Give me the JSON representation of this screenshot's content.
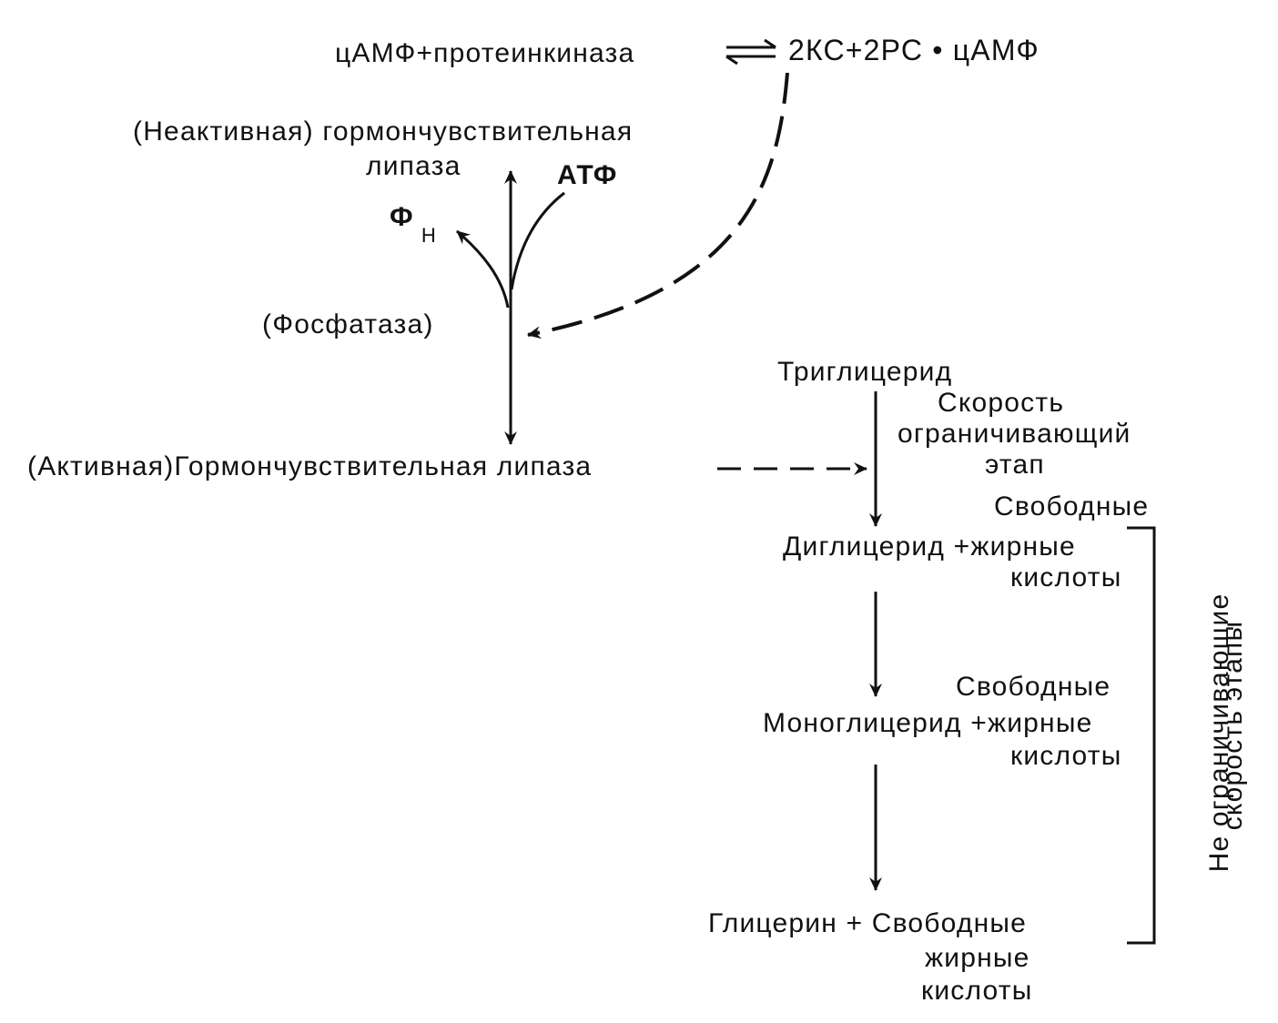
{
  "diagram": {
    "top_equation": {
      "left": "цАМФ+протеинкиназа",
      "right": "2КС+2РС • цАМФ"
    },
    "inactive_lipase": {
      "line1": "(Неактивная) гормончувствительная",
      "line2": "липаза"
    },
    "atp": "АТФ",
    "phosphate": {
      "symbol": "Ф",
      "subscript": "Н"
    },
    "phosphatase": "(Фосфатаза)",
    "active_lipase": "(Активная)Гормончувствительная липаза",
    "triglyceride": "Триглицерид",
    "rate_limiting": {
      "line1": "Скорость",
      "line2": "ограничивающий",
      "line3": "этап"
    },
    "ffa_label_1": "Свободные",
    "diglyceride": {
      "line1": "Диглицерид +жирные",
      "line2": "кислоты"
    },
    "ffa_label_2": "Свободные",
    "monoglyceride": {
      "line1": "Моноглицерид +жирные",
      "line2": "кислоты"
    },
    "glycerol": {
      "line1": "Глицерин + Свободные",
      "line2": "жирные",
      "line3": "кислоты"
    },
    "non_rate_limiting": {
      "line1": "Не ограничивающие",
      "line2": "скорость этапы"
    }
  }
}
